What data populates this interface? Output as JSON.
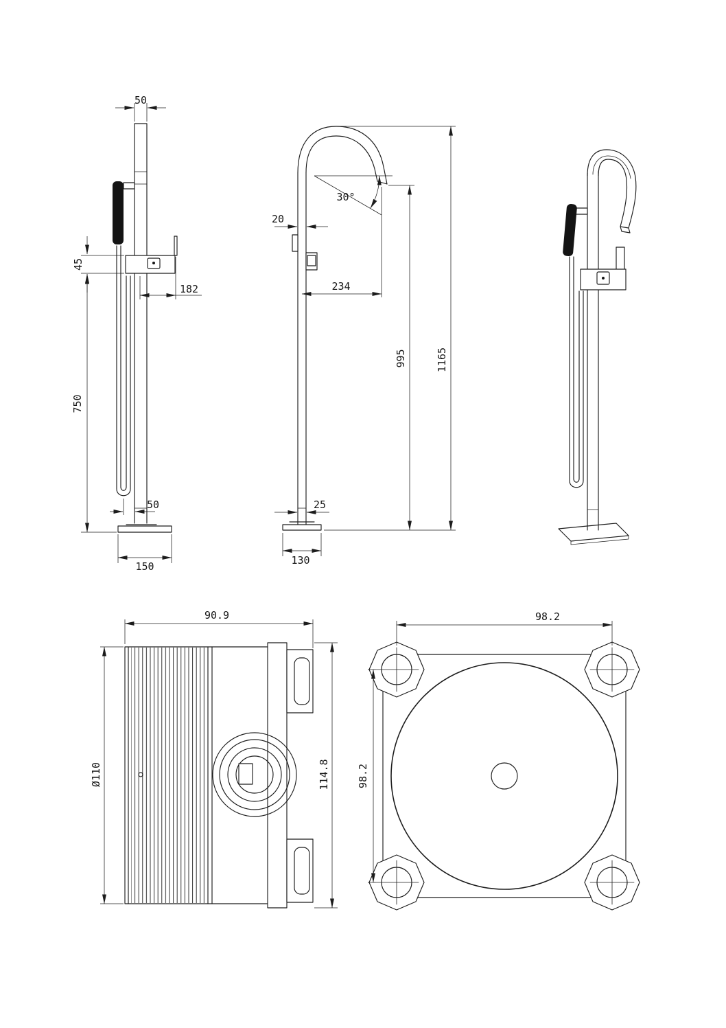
{
  "page": {
    "background": "#ffffff",
    "line_color": "#1c1c1c",
    "description": "Technical dimension drawing of freestanding bathtub faucet with hand shower and concealed valve box"
  },
  "faucet_side": {
    "top_width": "50",
    "handle_height": "45",
    "handle_reach": "182",
    "column_height": "750",
    "hose_offset": "50",
    "base_width": "150"
  },
  "faucet_front": {
    "pipe_width_top": "20",
    "spout_angle": "30°",
    "spout_reach": "234",
    "outlet_height": "995",
    "overall_height": "1165",
    "pipe_width_bottom": "25",
    "base_width": "130"
  },
  "valve_side": {
    "width": "90.9",
    "body_diameter": "Ø110",
    "height": "114.8"
  },
  "valve_front": {
    "hole_spacing_h": "98.2",
    "hole_spacing_v": "98.2"
  }
}
